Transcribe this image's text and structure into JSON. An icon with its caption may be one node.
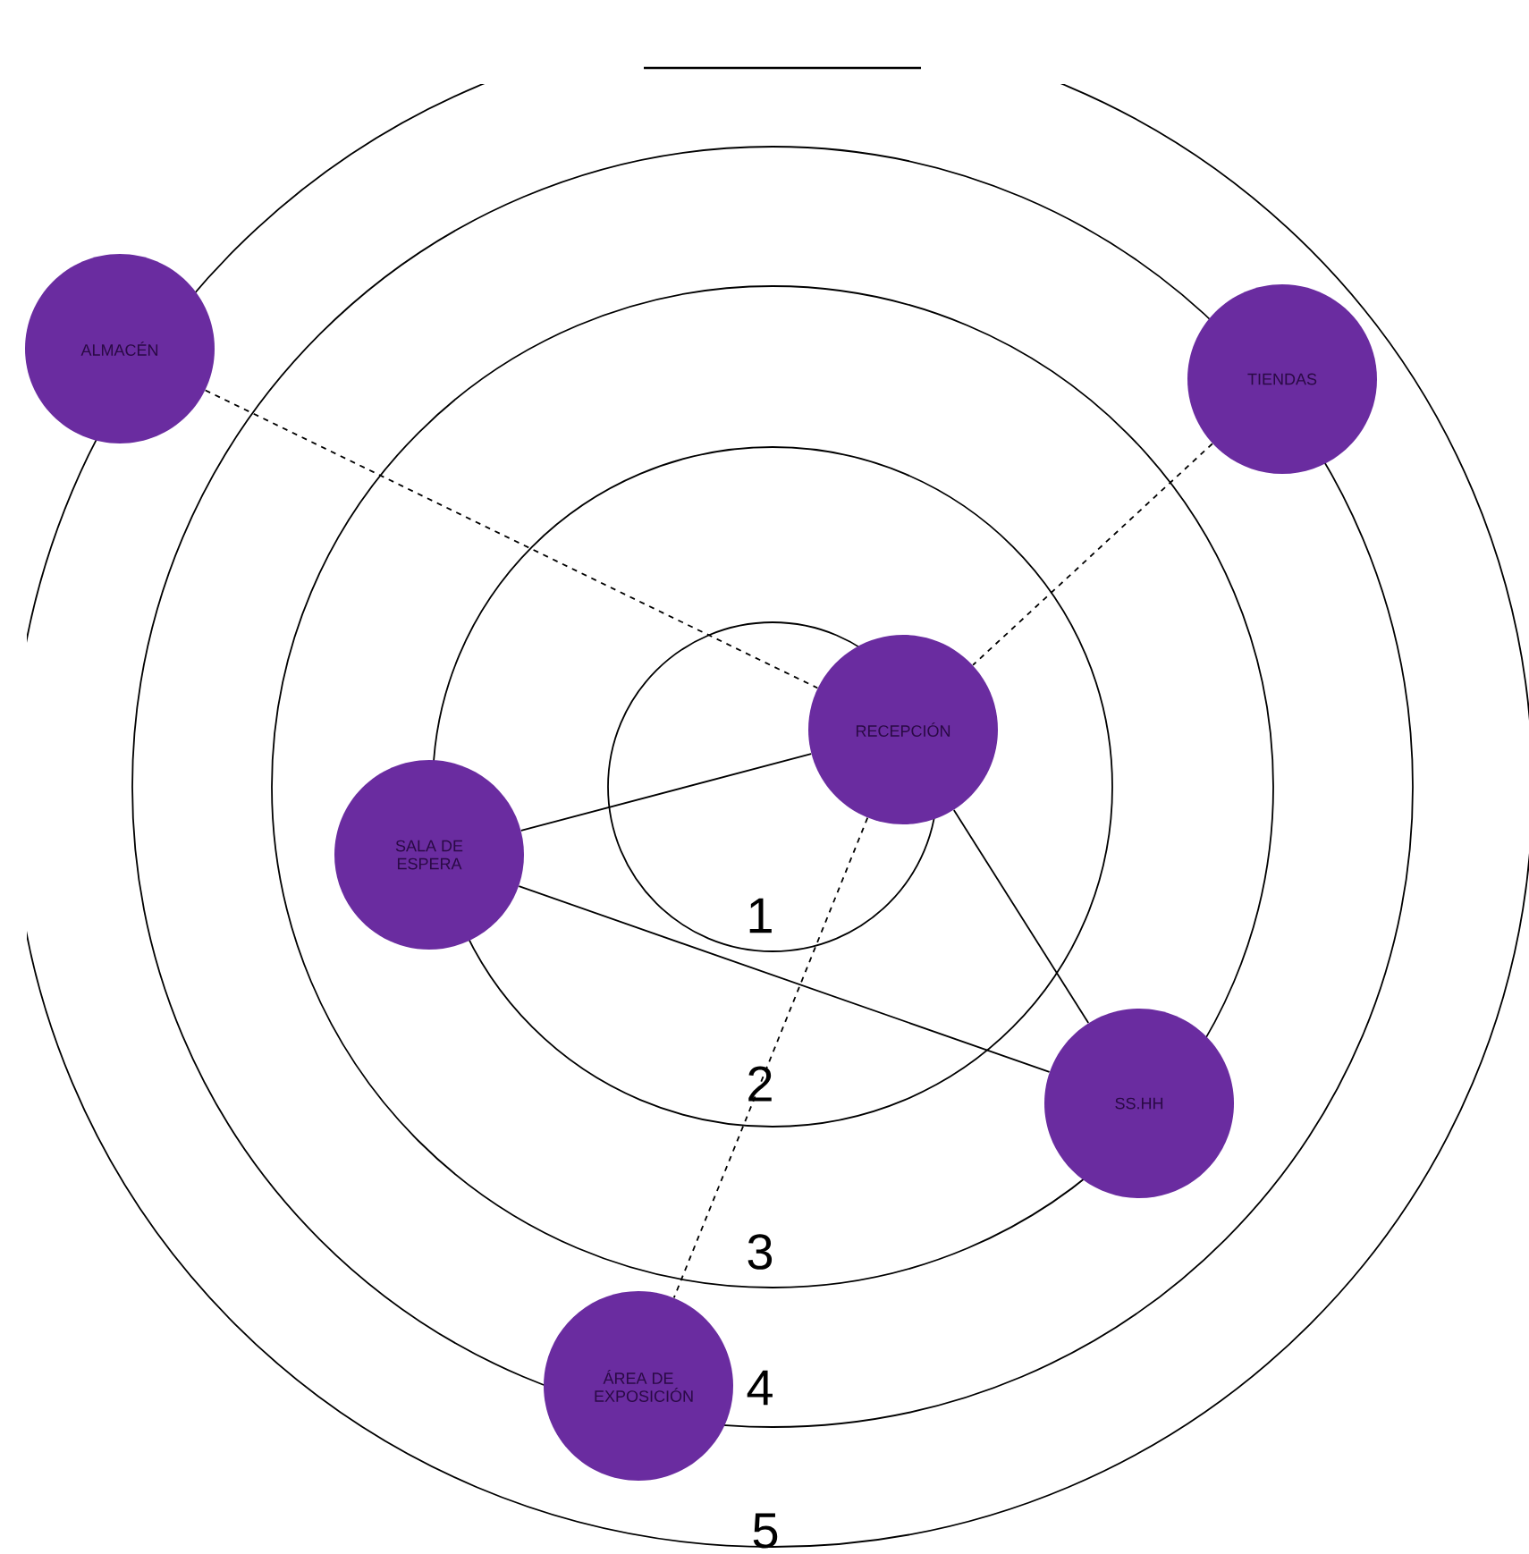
{
  "diagram": {
    "nodes": [
      {
        "text": [
          "ALMACÉN"
        ]
      },
      {
        "text": [
          "TIENDAS"
        ]
      },
      {
        "text": [
          "RECEPCIÓN"
        ]
      },
      {
        "text": [
          "SALA DE ESPERA"
        ]
      },
      {
        "text": [
          "SS.HH"
        ]
      },
      {
        "text": [
          "ÁREA DE EXPOSICIÓN"
        ]
      }
    ],
    "edges": [
      {
        "from": 0,
        "to": 2,
        "arrow": "none",
        "style": "dashed"
      },
      {
        "from": 1,
        "to": 2,
        "arrow": "none",
        "style": "dashed"
      },
      {
        "from": 3,
        "to": 2,
        "arrow": "none"
      },
      {
        "from": 2,
        "to": 4,
        "arrow": "none"
      },
      {
        "from": 3,
        "to": 4,
        "arrow": "none"
      },
      {
        "from": 2,
        "to": 5,
        "arrow": "none",
        "style": "dashed"
      }
    ],
    "labels": [
      "1",
      "2",
      "3",
      "4",
      "5"
    ]
  }
}
